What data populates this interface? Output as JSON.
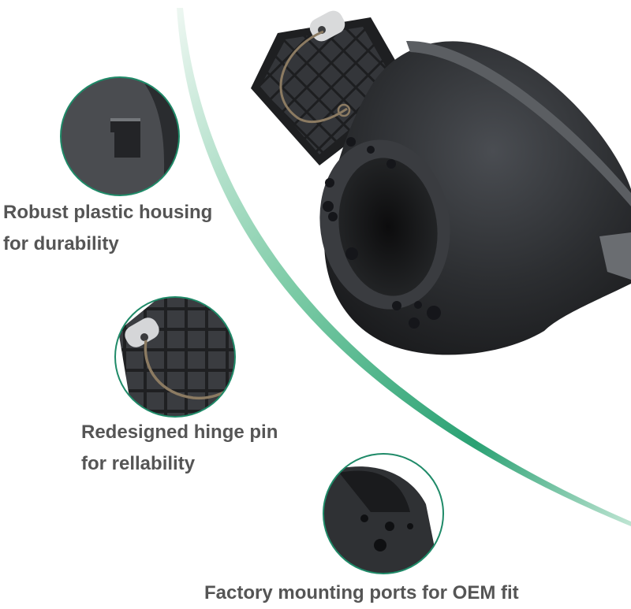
{
  "captions": {
    "housing": {
      "line1": "Robust plastic housing",
      "line2": "for durability"
    },
    "hinge": {
      "line1": "Redesigned hinge pin",
      "line2": "for rellability"
    },
    "ports": {
      "line1": "Factory mounting ports for OEM fit"
    }
  },
  "colors": {
    "accent_gradient_start": "#e9f5ef",
    "accent_gradient_end": "#2aa173",
    "housing_plastic": "#2e3033",
    "hinge_wire": "#8c7b62",
    "caption_text": "#555555",
    "callout_ring": "#1f8a68"
  },
  "icons": {
    "product": "fuel-door-housing-photo",
    "callouts": [
      "housing-edge-closeup",
      "hinge-pin-closeup",
      "mounting-ports-closeup"
    ]
  }
}
